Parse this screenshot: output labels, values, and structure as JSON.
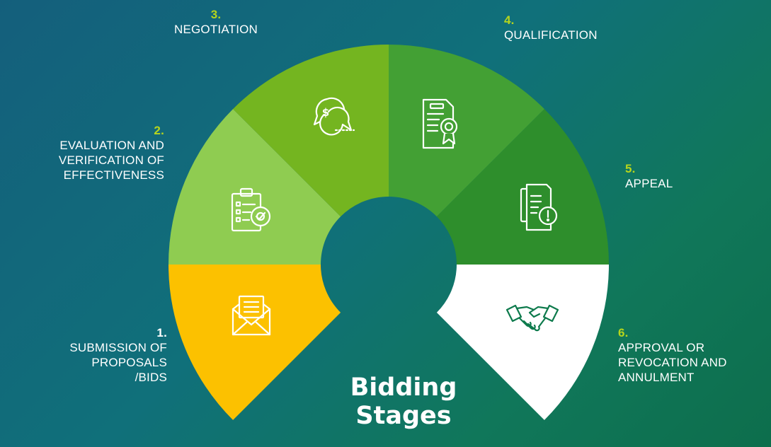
{
  "title": {
    "line1": "Bidding",
    "line2": "Stages"
  },
  "stages": [
    {
      "number": "1.",
      "label": "SUBMISSION OF\nPROPOSALS\n/BIDS",
      "color": "#fcc100",
      "icon": "envelope-document-icon"
    },
    {
      "number": "2.",
      "label": "EVALUATION AND\nVERIFICATION OF\nEFFECTIVENESS",
      "color": "#8fcc51",
      "icon": "clipboard-gear-icon"
    },
    {
      "number": "3.",
      "label": "NEGOTIATION",
      "color": "#74b520",
      "icon": "chat-bubbles-dollar-icon"
    },
    {
      "number": "4.",
      "label": "QUALIFICATION",
      "color": "#43a034",
      "icon": "certificate-icon"
    },
    {
      "number": "5.",
      "label": "APPEAL",
      "color": "#2e8e2c",
      "icon": "documents-alert-icon"
    },
    {
      "number": "6.",
      "label": "APPROVAL OR\nREVOCATION AND\nANNULMENT",
      "color": "#ffffff",
      "icon": "handshake-icon"
    }
  ],
  "colors": {
    "number_accent": "#b6d51c",
    "icon_light": "#ffffff",
    "icon_on_white": "#0d7a4c"
  }
}
